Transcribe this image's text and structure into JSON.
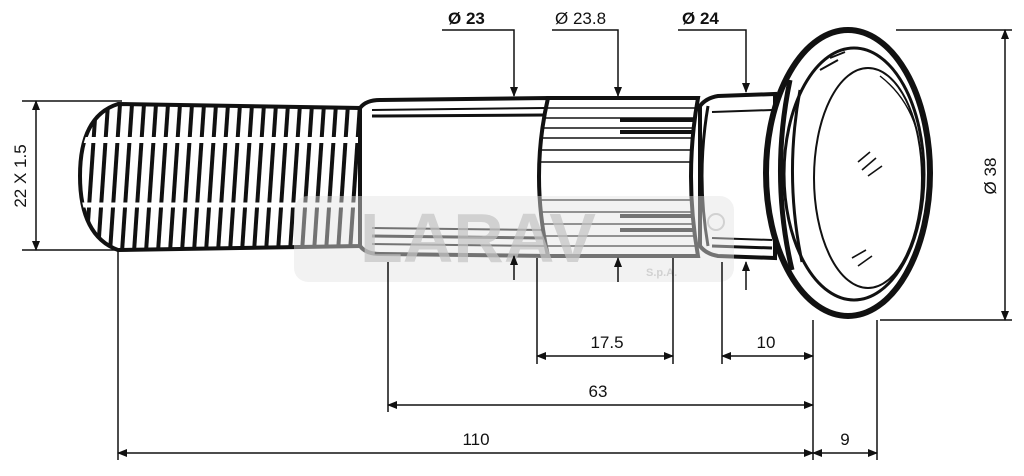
{
  "dimensions": {
    "thread": "22 X 1.5",
    "dia_shank": "Ø 23",
    "dia_knurl": "Ø 23.8",
    "dia_neck": "Ø 24",
    "dia_head": "Ø 38",
    "len_knurl": "17.5",
    "len_neck": "10",
    "len_shank": "63",
    "len_total": "110",
    "head_thickness": "9"
  },
  "watermark": {
    "brand": "LARAV",
    "suffix": "S.p.A."
  },
  "colors": {
    "ink": "#111111",
    "watermark": "#c9c9c9"
  }
}
